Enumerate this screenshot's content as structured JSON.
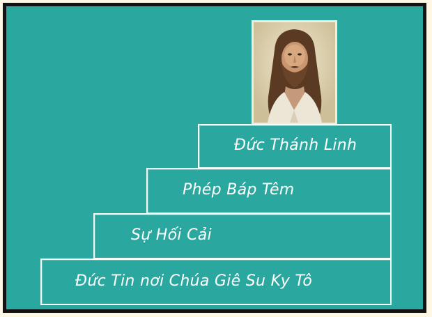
{
  "diagram": {
    "portrait_icon": "jesus-christ-portrait",
    "steps": [
      {
        "label": "Đức Tin nơi Chúa Giê Su Ky Tô"
      },
      {
        "label": "Sự Hối Cải"
      },
      {
        "label": "Phép Báp Têm"
      },
      {
        "label": "Đức Thánh Linh"
      }
    ],
    "colors": {
      "background": "#2aa8a0",
      "frame": "#121212",
      "outline": "#f4fbf8",
      "page": "#fdf7e3"
    }
  }
}
